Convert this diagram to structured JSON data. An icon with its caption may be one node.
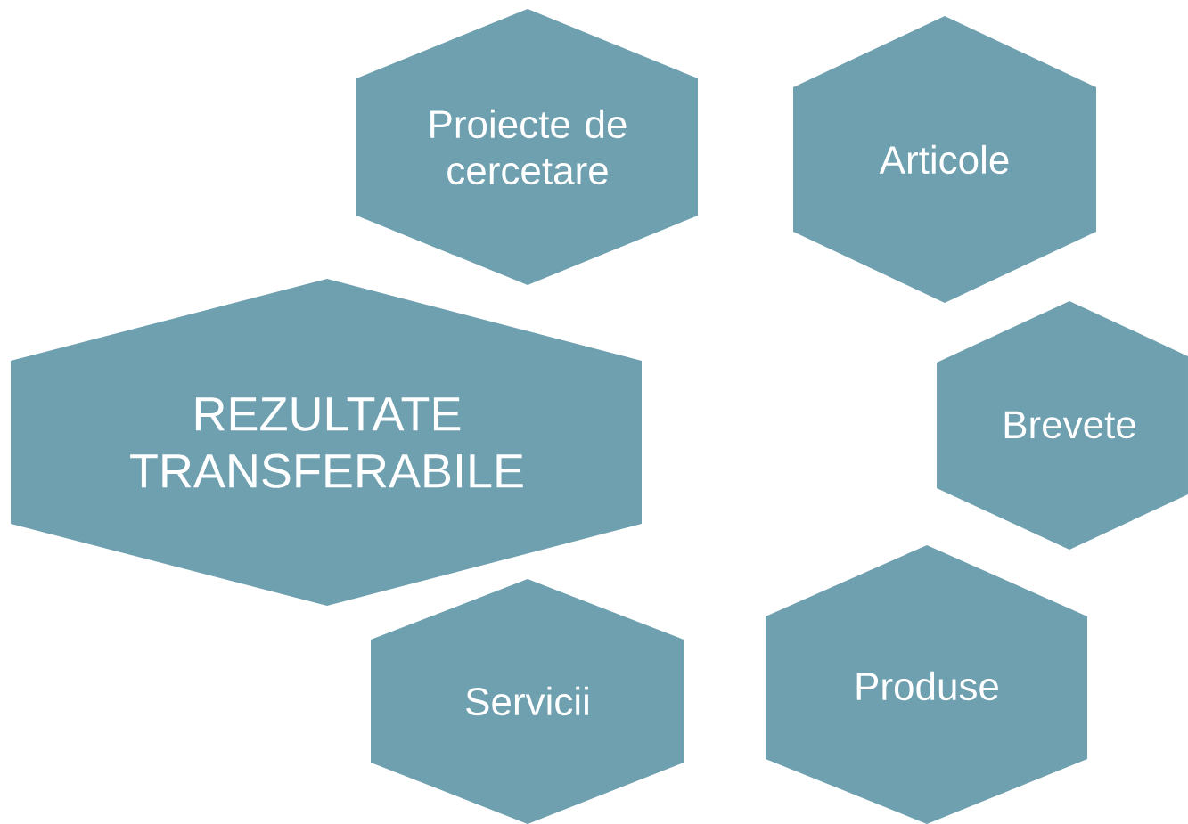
{
  "diagram": {
    "nodes": [
      {
        "text": [
          "Proiecte de cercetare"
        ]
      },
      {
        "text": [
          "Articole"
        ]
      },
      {
        "text": [
          "REZULTATE TRANSFERABILE"
        ]
      },
      {
        "text": [
          "Brevete"
        ]
      },
      {
        "text": [
          "Servicii"
        ]
      },
      {
        "text": [
          "Produse"
        ]
      }
    ]
  }
}
